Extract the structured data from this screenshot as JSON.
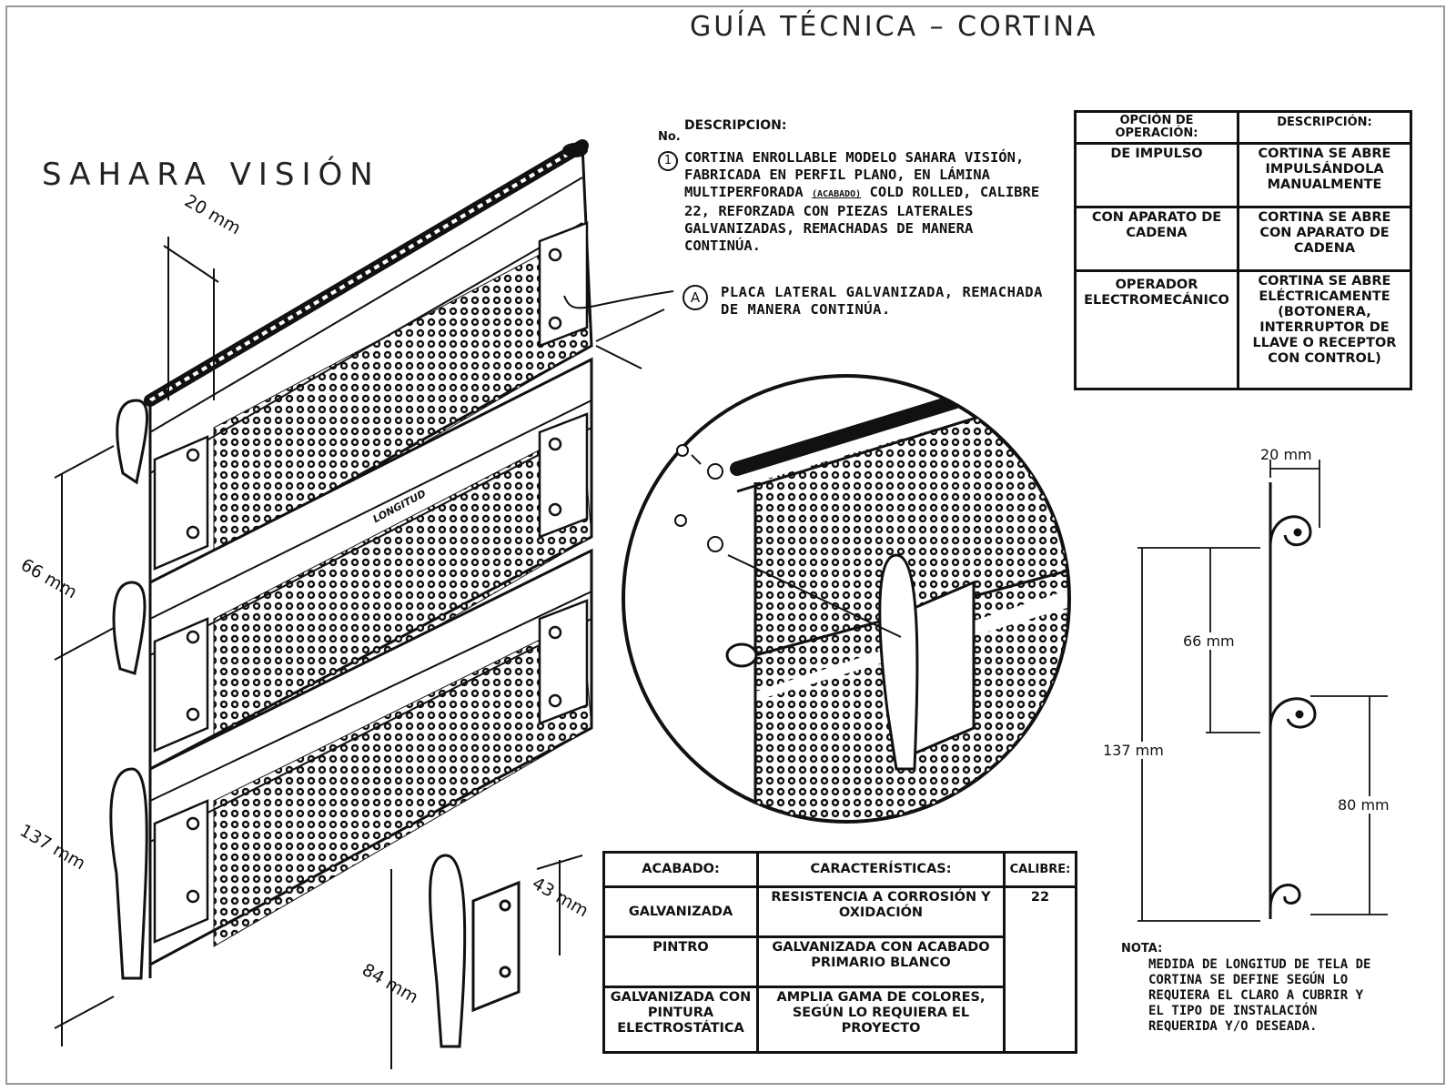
{
  "header": {
    "title": "GUÍA TÉCNICA  –  CORTINA"
  },
  "product": {
    "name": "SAHARA VISIÓN"
  },
  "description": {
    "no_label": "No.",
    "heading": "DESCRIPCION:",
    "item_number": "1",
    "item_text": "CORTINA ENROLLABLE MODELO SAHARA VISIÓN, FABRICADA EN PERFIL PLANO, EN LÁMINA MULTIPERFORADA",
    "finish_tag": "(ACABADO)",
    "item_text_2": "COLD ROLLED, CALIBRE 22, REFORZADA CON PIEZAS LATERALES GALVANIZADAS, REMACHADAS DE MANERA CONTINÚA."
  },
  "callout": {
    "letter": "A",
    "text": "PLACA LATERAL GALVANIZADA, REMACHADA DE MANERA CONTINÚA."
  },
  "main_view": {
    "longitud_label": "LONGITUD",
    "dim_20": "20 mm",
    "dim_66": "66 mm",
    "dim_137": "137 mm",
    "dim_43": "43 mm",
    "dim_84": "84 mm"
  },
  "profile_view": {
    "dim_20": "20 mm",
    "dim_66": "66 mm",
    "dim_137": "137 mm",
    "dim_80": "80 mm"
  },
  "operation_table": {
    "headers": [
      "OPCIÓN DE OPERACIÓN:",
      "DESCRIPCIÓN:"
    ],
    "rows": [
      [
        "DE IMPULSO",
        "CORTINA SE ABRE IMPULSÁNDOLA MANUALMENTE"
      ],
      [
        "CON APARATO DE CADENA",
        "CORTINA SE ABRE CON APARATO DE CADENA"
      ],
      [
        "OPERADOR ELECTROMECÁNICO",
        "CORTINA SE ABRE ELÉCTRICAMENTE (BOTONERA, INTERRUPTOR DE LLAVE O RECEPTOR CON CONTROL)"
      ]
    ]
  },
  "finish_table": {
    "headers": [
      "ACABADO:",
      "CARACTERÍSTICAS:",
      "CALIBRE:"
    ],
    "rows": [
      [
        "GALVANIZADA",
        "RESISTENCIA A CORROSIÓN Y OXIDACIÓN",
        "22"
      ],
      [
        "PINTRO",
        "GALVANIZADA CON ACABADO PRIMARIO BLANCO",
        ""
      ],
      [
        "GALVANIZADA CON PINTURA ELECTROSTÁTICA",
        "AMPLIA GAMA DE COLORES, SEGÚN LO REQUIERA EL PROYECTO",
        ""
      ]
    ]
  },
  "note": {
    "label": "NOTA:",
    "text": "MEDIDA DE LONGITUD DE TELA DE CORTINA SE DEFINE SEGÚN LO REQUIERA EL CLARO A CUBRIR Y EL TIPO DE INSTALACIÓN REQUERIDA Y/O DESEADA."
  },
  "colors": {
    "ink": "#111111",
    "frame": "#999999",
    "paper": "#ffffff"
  }
}
